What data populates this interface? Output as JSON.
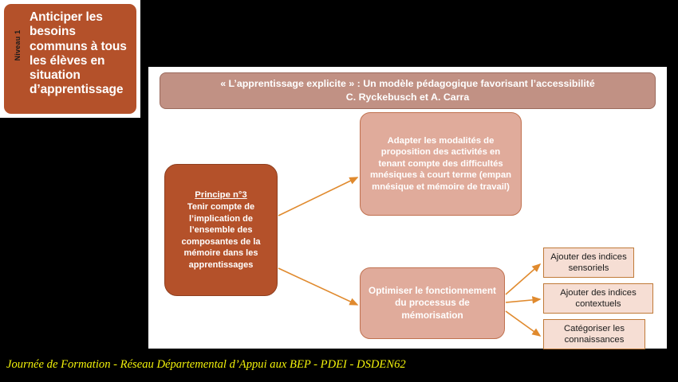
{
  "level_badge": {
    "vertical_label": "Niveau 1",
    "text": "Anticiper les besoins communs à tous les élèves en situation d’apprentissage",
    "fill_color": "#B4512A"
  },
  "title_banner": {
    "line1": "« L’apprentissage explicite » : Un modèle pédagogique favorisant l’accessibilité",
    "line2": "C. Ryckebusch et A. Carra",
    "fill_color": "#C19184"
  },
  "principle": {
    "heading": "Principe n°3",
    "body": "Tenir compte de l’implication de l’ensemble des composantes de la mémoire dans les apprentissages",
    "fill_color": "#B4512A"
  },
  "actions": {
    "adapt": {
      "text": "Adapter les modalités de proposition des activités en tenant compte des difficultés mnésiques à court terme (empan mnésique et mémoire de travail)",
      "fill_color": "#E0AB9B"
    },
    "optimise": {
      "text": "Optimiser le fonctionnement du processus de mémorisation",
      "fill_color": "#E0AB9B"
    }
  },
  "sub_actions": [
    {
      "text": "Ajouter des indices sensoriels",
      "fill_color": "#F6DED4",
      "border_color": "#C07A38"
    },
    {
      "text": "Ajouter des indices contextuels",
      "fill_color": "#F6DED4",
      "border_color": "#C07A38"
    },
    {
      "text": "Catégoriser les connaissances",
      "fill_color": "#F6DED4",
      "border_color": "#C07A38"
    }
  ],
  "arrows": {
    "color": "#E08A2E",
    "count": 5
  },
  "footer": {
    "text": "Journée de Formation - Réseau Départemental d’Appui aux BEP - PDEI - DSDEN62",
    "color": "#F2F20A"
  },
  "canvas": {
    "background": "#000000",
    "panel_background": "#ffffff"
  }
}
